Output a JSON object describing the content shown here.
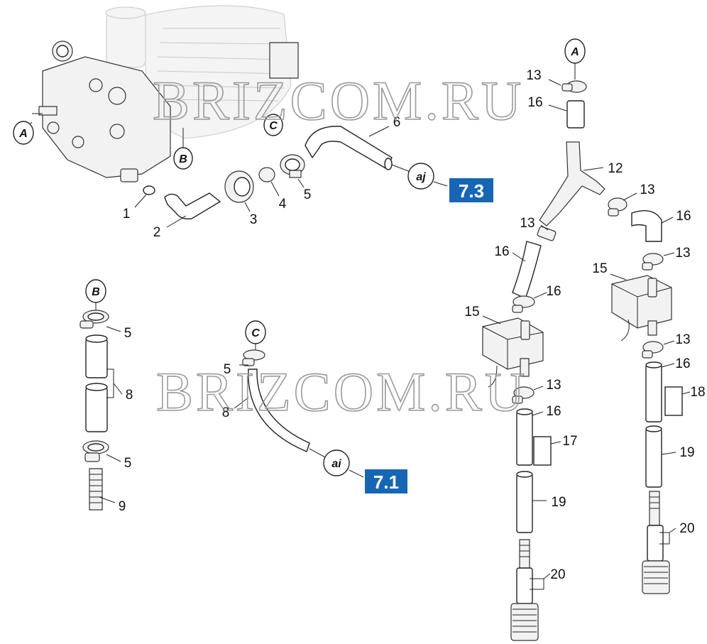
{
  "watermarks": [
    "BRIZCOM.RU",
    "BRIZCOM.RU"
  ],
  "callouts": {
    "A_top": "A",
    "A_left": "A",
    "B_pump": "B",
    "C_pump": "C",
    "B_left": "B",
    "C_mid": "C",
    "aj": "aj",
    "ai": "ai"
  },
  "references": {
    "r73": "7.3",
    "r71": "7.1"
  },
  "parts": {
    "p1": "1",
    "p2": "2",
    "p3": "3",
    "p4": "4",
    "p5a": "5",
    "p6": "6",
    "p5b": "5",
    "p8a": "8",
    "p5c": "5",
    "p9": "9",
    "p5d": "5",
    "p8b": "8",
    "p13a": "13",
    "p16a": "16",
    "p12": "12",
    "p13b": "13",
    "p16b": "16",
    "p13c": "13",
    "p16c": "16",
    "p16d": "16",
    "p15a": "15",
    "p13d": "13",
    "p16e": "16",
    "p17": "17",
    "p19a": "19",
    "p20a": "20",
    "p15b": "15",
    "p13e": "13",
    "p13f": "13",
    "p16f": "16",
    "p18": "18",
    "p19b": "19",
    "p20b": "20"
  },
  "colors": {
    "reference_box": "#1766b4",
    "watermark": "#9a9a9a",
    "line": "#222222"
  }
}
